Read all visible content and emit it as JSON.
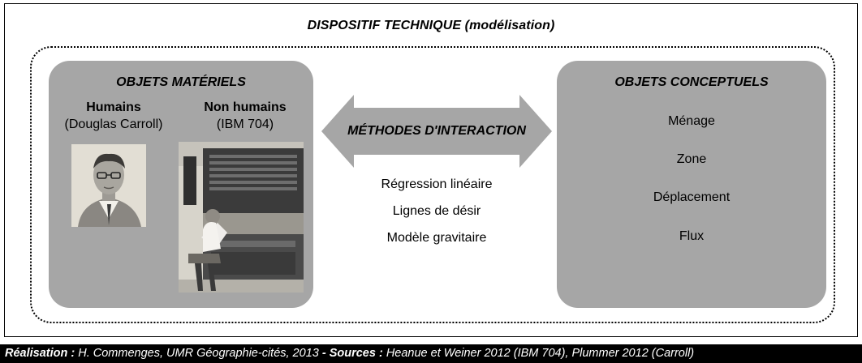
{
  "title": "DISPOSITIF TECHNIQUE (modélisation)",
  "left_panel": {
    "title": "OBJETS MATÉRIELS",
    "col1": {
      "heading": "Humains",
      "sub": "(Douglas Carroll)",
      "image": "portrait-photo"
    },
    "col2": {
      "heading": "Non humains",
      "sub": "(IBM 704)",
      "image": "ibm-704-photo"
    }
  },
  "center": {
    "arrow_label": "MÉTHODES D'INTERACTION",
    "methods": [
      "Régression linéaire",
      "Lignes de désir",
      "Modèle gravitaire"
    ]
  },
  "right_panel": {
    "title": "OBJETS CONCEPTUELS",
    "items": [
      "Ménage",
      "Zone",
      "Déplacement",
      "Flux"
    ]
  },
  "footer": {
    "label1": "Réalisation :",
    "text1": " H. Commenges, UMR Géographie-cités, 2013 ",
    "label2": "- Sources :",
    "text2": " Heanue et Weiner 2012 (IBM 704), Plummer 2012 (Carroll)"
  },
  "colors": {
    "panel": "#a6a6a6",
    "arrow": "#a6a6a6",
    "footer_bg": "#000000",
    "footer_text": "#ffffff"
  }
}
